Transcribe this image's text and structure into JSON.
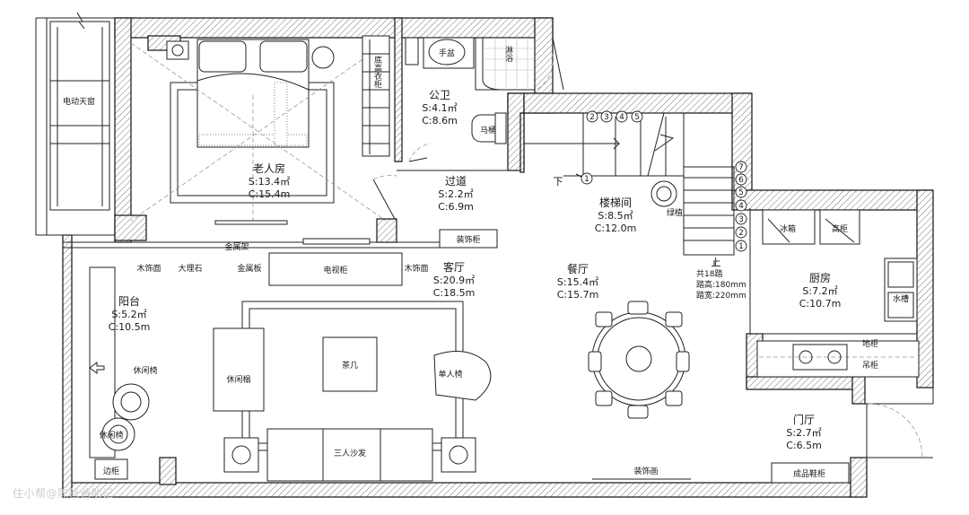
{
  "rooms": {
    "elderly_room": {
      "name": "老人房",
      "area": "S:13.4㎡",
      "perimeter": "C:15.4m"
    },
    "public_bath": {
      "name": "公卫",
      "area": "S:4.1㎡",
      "perimeter": "C:8.6m"
    },
    "corridor": {
      "name": "过道",
      "area": "S:2.2㎡",
      "perimeter": "C:6.9m"
    },
    "stairwell": {
      "name": "楼梯间",
      "area": "S:8.5㎡",
      "perimeter": "C:12.0m"
    },
    "living": {
      "name": "客厅",
      "area": "S:20.9㎡",
      "perimeter": "C:18.5m"
    },
    "dining": {
      "name": "餐厅",
      "area": "S:15.4㎡",
      "perimeter": "C:15.7m"
    },
    "kitchen": {
      "name": "厨房",
      "area": "S:7.2㎡",
      "perimeter": "C:10.7m"
    },
    "balcony": {
      "name": "阳台",
      "area": "S:5.2㎡",
      "perimeter": "C:10.5m"
    },
    "foyer": {
      "name": "门厅",
      "area": "S:2.7㎡",
      "perimeter": "C:6.5m"
    }
  },
  "labels": {
    "skylight": "电动天窗",
    "wardrobe": "底高衣柜",
    "basin": "手盆",
    "shower": "淋浴",
    "toilet": "马桶",
    "deco_cabinet": "装饰柜",
    "metal_shelf": "金属架",
    "wood_panel_1": "木饰面",
    "marble": "大理石",
    "metal_panel": "金属板",
    "tv_cabinet": "电视柜",
    "wood_panel_2": "木饰面",
    "down": "下",
    "up": "上",
    "plant": "绿植",
    "stair_note_1": "共18踏",
    "stair_note_2": "踏高:180mm",
    "stair_note_3": "踏宽:220mm",
    "fridge": "冰箱",
    "tall_cabinet": "高柜",
    "sink": "水槽",
    "base_cabinet": "地柜",
    "wall_cabinet": "吊柜",
    "lounge_couch": "休闲榻",
    "tea_table": "茶几",
    "armchair": "单人椅",
    "leisure_chair_1": "休闲椅",
    "leisure_chair_2": "休闲椅",
    "side_cabinet": "边柜",
    "sofa": "三人沙发",
    "deco_painting": "装饰画",
    "shoe_cabinet": "成品鞋柜"
  },
  "stair_numbers": {
    "upper": [
      "2",
      "3",
      "4",
      "5"
    ],
    "lower_start": "1",
    "right": [
      "7",
      "6",
      "5",
      "4",
      "3",
      "2",
      "1"
    ]
  },
  "watermark": "住小帮@陈爸爸助记",
  "colors": {
    "line": "#222222",
    "hatch": "#777777",
    "background": "#ffffff"
  }
}
